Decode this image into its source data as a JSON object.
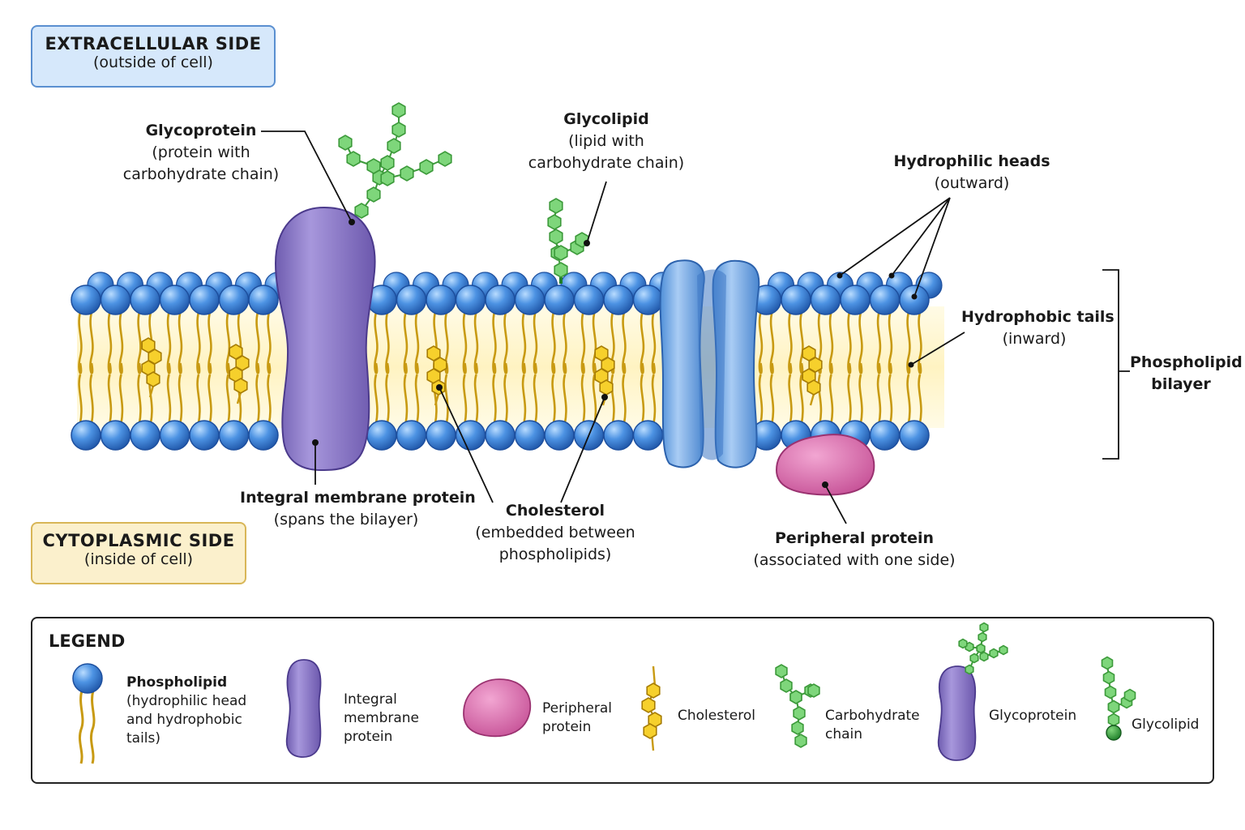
{
  "sides": {
    "extracellular": {
      "title": "EXTRACELLULAR SIDE",
      "subtitle": "(outside of cell)"
    },
    "cytoplasmic": {
      "title": "CYTOPLASMIC SIDE",
      "subtitle": "(inside of cell)"
    }
  },
  "labels": {
    "glycoprotein": {
      "title": "Glycoprotein",
      "line1": "(protein with",
      "line2": "carbohydrate chain)"
    },
    "glycolipid": {
      "title": "Glycolipid",
      "line1": "(lipid with",
      "line2": "carbohydrate chain)"
    },
    "hydrophilic": {
      "title": "Hydrophilic heads",
      "line1": "(outward)"
    },
    "hydrophobic": {
      "title": "Hydrophobic tails",
      "line1": "(inward)"
    },
    "bilayer": {
      "line1": "Phospholipid",
      "line2": "bilayer"
    },
    "integral": {
      "title": "Integral membrane protein",
      "line1": "(spans the bilayer)"
    },
    "cholesterol": {
      "title": "Cholesterol",
      "line1": "(embedded between",
      "line2": "phospholipids)"
    },
    "peripheral": {
      "title": "Peripheral protein",
      "line1": "(associated with one side)"
    }
  },
  "legend": {
    "title": "LEGEND",
    "phospholipid": {
      "title": "Phospholipid",
      "line1": "(hydrophilic head",
      "line2": "and hydrophobic",
      "line3": "tails)"
    },
    "integral": {
      "line1": "Integral",
      "line2": "membrane",
      "line3": "protein"
    },
    "peripheral": {
      "line1": "Peripheral",
      "line2": "protein"
    },
    "cholesterol": {
      "line1": "Cholesterol"
    },
    "carbohydrate": {
      "line1": "Carbohydrate",
      "line2": "chain"
    },
    "glycoprotein": {
      "line1": "Glycoprotein"
    },
    "glycolipid": {
      "line1": "Glycolipid"
    }
  },
  "colors": {
    "head": "#3a7fd5",
    "tail": "#e2b71c",
    "integral": "#8b78c6",
    "channel": "#6fa8e6",
    "peripheral": "#d56aa9",
    "carb": "#6fcf6a",
    "cholesterol": "#f6d02c",
    "extracellular_bg": "#d6e8fb",
    "cytoplasmic_bg": "#fbf0cc"
  }
}
